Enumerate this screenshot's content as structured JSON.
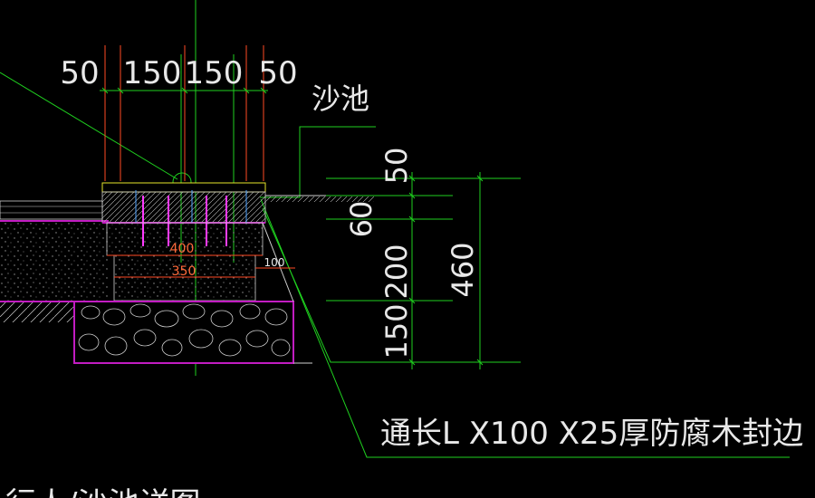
{
  "labels": {
    "sandpit": "沙池",
    "edge_note": "通长L X100 X25厚防腐木封边",
    "bottom_title": "行人/沙池详图"
  },
  "dims_top": [
    "50",
    "150",
    "150",
    "50"
  ],
  "dims_right": [
    "50",
    "60",
    "200",
    "150",
    "460"
  ],
  "dims_inner": [
    "400",
    "350",
    "100"
  ],
  "colors": {
    "background": "#000000",
    "leader_green": "#1fd11f",
    "dimension_red": "#ff4a24",
    "paving_magenta": "#c21cc2",
    "wood_yellow": "#e6e62a",
    "text": "#e8e8e8"
  }
}
